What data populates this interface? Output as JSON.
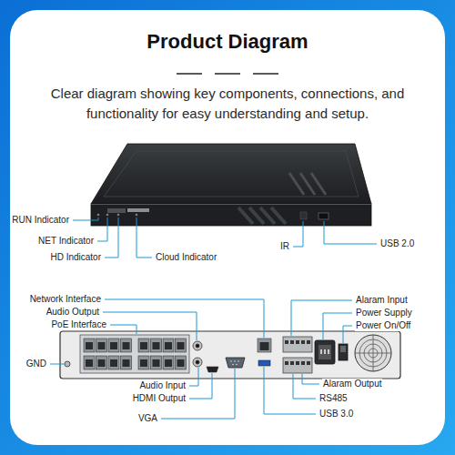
{
  "diagram": {
    "title": "Product Diagram",
    "caption": "Clear diagram showing key components, connections, and functionality for easy understanding and setup.",
    "labels": [
      "RUN Indicator",
      "NET Indicator",
      "HD Indicator",
      "Cloud Indicator",
      "IR",
      "USB 2.0",
      "Network Interface",
      "Audio Output",
      "PoE Interface",
      "GND",
      "Audio Input",
      "HDMI Output",
      "VGA",
      "Alaram Input",
      "Power Supply",
      "Power On/Off",
      "Alaram Output",
      "RS485",
      "USB 3.0"
    ]
  }
}
